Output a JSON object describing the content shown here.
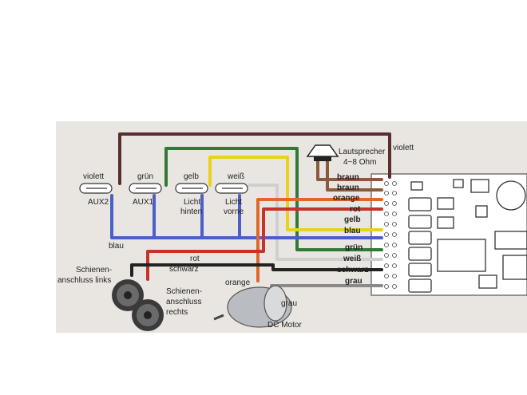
{
  "top_label": "violett",
  "speaker": {
    "line1": "Lautsprecher",
    "line2": "4~8 Ohm"
  },
  "lamps": [
    {
      "color": "violett",
      "name": "AUX2"
    },
    {
      "color": "grün",
      "name": "AUX1"
    },
    {
      "color": "gelb",
      "name": "Licht",
      "name2": "hinten"
    },
    {
      "color": "weiß",
      "name": "Licht",
      "name2": "vorne"
    }
  ],
  "pins": [
    "braun",
    "braun",
    "orange",
    "rot",
    "gelb",
    "blau",
    "grün",
    "weiß",
    "schwarz",
    "grau"
  ],
  "wires": {
    "blau": "blau",
    "rot": "rot",
    "schwarz": "schwarz",
    "orange": "orange",
    "grau": "grau"
  },
  "rails": {
    "left_line1": "Schienen-",
    "left_line2": "anschluss links",
    "right_line1": "Schienen-",
    "right_line2": "anschluss",
    "right_line3": "rechts"
  },
  "motor": "DC Motor",
  "colors": {
    "violett": "#5a2e2e",
    "gruen": "#2f7a35",
    "gelb": "#e8d21a",
    "weiss": "#cfcfcf",
    "blau": "#4a5fc8",
    "rot": "#c8322a",
    "orange": "#e0662a",
    "braun": "#8a5a3a",
    "schwarz": "#222222",
    "grau": "#8a8a8a",
    "paper": "#e9e6e2"
  }
}
